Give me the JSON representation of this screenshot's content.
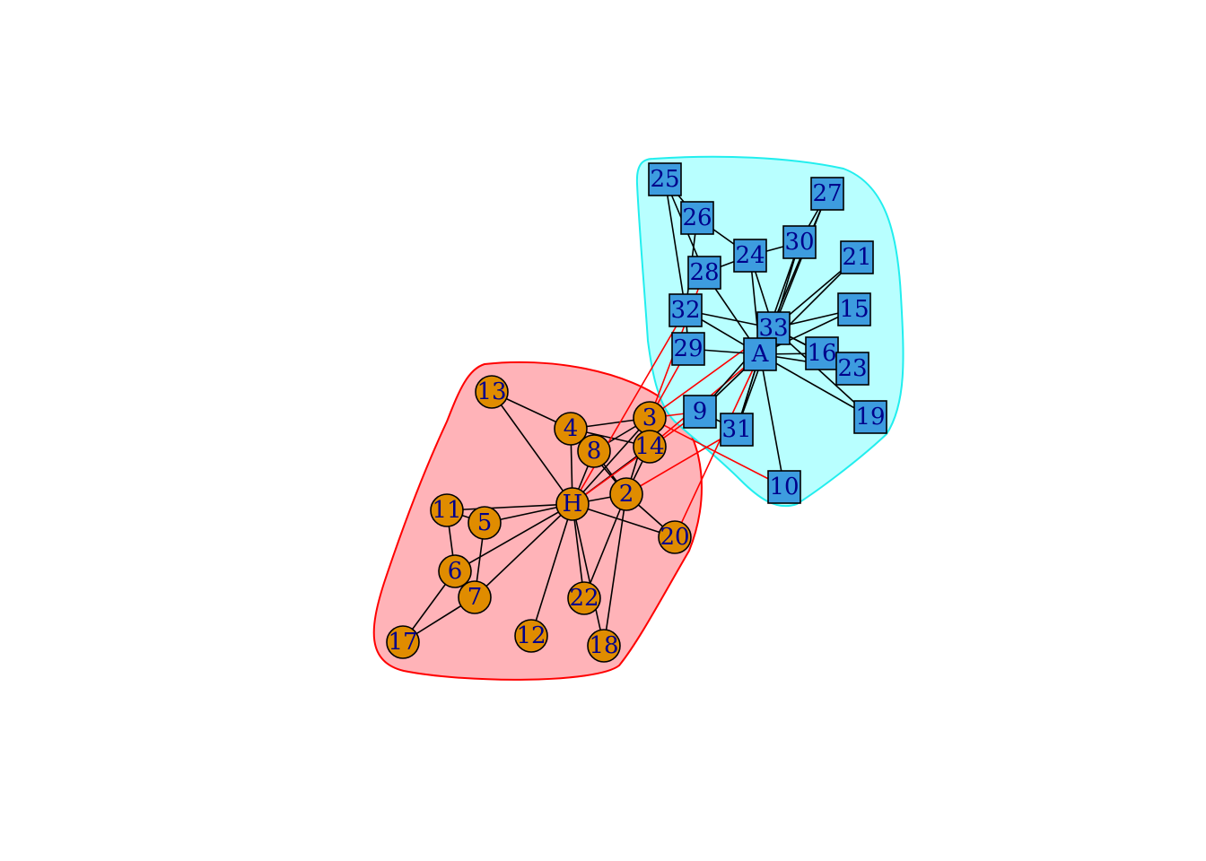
{
  "colors": {
    "background": "#ffffff",
    "community_a_fill": "#ffb3b8",
    "community_a_border": "#ff0000",
    "community_b_fill": "#b8ffff",
    "community_b_border": "#22eeee",
    "circle_node_fill": "#e08c00",
    "square_node_fill": "#3d9cdf",
    "node_border": "#000000",
    "label_color": "#00008b",
    "intra_edge": "#000000",
    "inter_edge": "#ff0000"
  },
  "communities": [
    {
      "id": "orange",
      "node_shape": "circle",
      "members": [
        "H",
        "2",
        "3",
        "4",
        "5",
        "6",
        "7",
        "8",
        "11",
        "12",
        "13",
        "14",
        "17",
        "18",
        "20",
        "22"
      ]
    },
    {
      "id": "blue",
      "node_shape": "square",
      "members": [
        "A",
        "9",
        "10",
        "15",
        "16",
        "19",
        "21",
        "23",
        "24",
        "25",
        "26",
        "27",
        "28",
        "29",
        "30",
        "31",
        "32",
        "33"
      ]
    }
  ],
  "nodes": [
    {
      "id": "13",
      "label": "13"
    },
    {
      "id": "4",
      "label": "4"
    },
    {
      "id": "3",
      "label": "3"
    },
    {
      "id": "8",
      "label": "8"
    },
    {
      "id": "14",
      "label": "14"
    },
    {
      "id": "H",
      "label": "H"
    },
    {
      "id": "2",
      "label": "2"
    },
    {
      "id": "11",
      "label": "11"
    },
    {
      "id": "5",
      "label": "5"
    },
    {
      "id": "20",
      "label": "20"
    },
    {
      "id": "6",
      "label": "6"
    },
    {
      "id": "7",
      "label": "7"
    },
    {
      "id": "22",
      "label": "22"
    },
    {
      "id": "17",
      "label": "17"
    },
    {
      "id": "12",
      "label": "12"
    },
    {
      "id": "18",
      "label": "18"
    },
    {
      "id": "25",
      "label": "25"
    },
    {
      "id": "27",
      "label": "27"
    },
    {
      "id": "26",
      "label": "26"
    },
    {
      "id": "30",
      "label": "30"
    },
    {
      "id": "24",
      "label": "24"
    },
    {
      "id": "21",
      "label": "21"
    },
    {
      "id": "28",
      "label": "28"
    },
    {
      "id": "15",
      "label": "15"
    },
    {
      "id": "32",
      "label": "32"
    },
    {
      "id": "33",
      "label": "33"
    },
    {
      "id": "29",
      "label": "29"
    },
    {
      "id": "A",
      "label": "A"
    },
    {
      "id": "16",
      "label": "16"
    },
    {
      "id": "23",
      "label": "23"
    },
    {
      "id": "9",
      "label": "9"
    },
    {
      "id": "19",
      "label": "19"
    },
    {
      "id": "31",
      "label": "31"
    },
    {
      "id": "10",
      "label": "10"
    }
  ],
  "edges": [
    [
      "H",
      "2"
    ],
    [
      "H",
      "3"
    ],
    [
      "H",
      "4"
    ],
    [
      "H",
      "5"
    ],
    [
      "H",
      "6"
    ],
    [
      "H",
      "7"
    ],
    [
      "H",
      "8"
    ],
    [
      "H",
      "11"
    ],
    [
      "H",
      "12"
    ],
    [
      "H",
      "13"
    ],
    [
      "H",
      "14"
    ],
    [
      "H",
      "18"
    ],
    [
      "H",
      "20"
    ],
    [
      "H",
      "22"
    ],
    [
      "2",
      "3"
    ],
    [
      "2",
      "4"
    ],
    [
      "2",
      "8"
    ],
    [
      "2",
      "14"
    ],
    [
      "2",
      "18"
    ],
    [
      "2",
      "22"
    ],
    [
      "3",
      "4"
    ],
    [
      "3",
      "8"
    ],
    [
      "3",
      "14"
    ],
    [
      "4",
      "8"
    ],
    [
      "4",
      "13"
    ],
    [
      "4",
      "14"
    ],
    [
      "5",
      "7"
    ],
    [
      "5",
      "11"
    ],
    [
      "6",
      "7"
    ],
    [
      "6",
      "11"
    ],
    [
      "6",
      "17"
    ],
    [
      "7",
      "17"
    ],
    [
      "H",
      "9"
    ],
    [
      "H",
      "32"
    ],
    [
      "2",
      "31"
    ],
    [
      "2",
      "20"
    ],
    [
      "3",
      "9"
    ],
    [
      "3",
      "10"
    ],
    [
      "3",
      "28"
    ],
    [
      "3",
      "29"
    ],
    [
      "3",
      "33"
    ],
    [
      "14",
      "A"
    ],
    [
      "20",
      "A"
    ],
    [
      "9",
      "31"
    ],
    [
      "9",
      "A"
    ],
    [
      "31",
      "33"
    ],
    [
      "31",
      "A"
    ],
    [
      "9",
      "33"
    ],
    [
      "A",
      "10"
    ],
    [
      "A",
      "15"
    ],
    [
      "A",
      "16"
    ],
    [
      "A",
      "19"
    ],
    [
      "A",
      "21"
    ],
    [
      "A",
      "23"
    ],
    [
      "A",
      "24"
    ],
    [
      "A",
      "27"
    ],
    [
      "A",
      "28"
    ],
    [
      "A",
      "29"
    ],
    [
      "A",
      "30"
    ],
    [
      "A",
      "31"
    ],
    [
      "A",
      "32"
    ],
    [
      "A",
      "33"
    ],
    [
      "33",
      "15"
    ],
    [
      "33",
      "16"
    ],
    [
      "33",
      "19"
    ],
    [
      "33",
      "21"
    ],
    [
      "33",
      "23"
    ],
    [
      "33",
      "24"
    ],
    [
      "33",
      "30"
    ],
    [
      "33",
      "32"
    ],
    [
      "33",
      "27"
    ],
    [
      "24",
      "26"
    ],
    [
      "24",
      "28"
    ],
    [
      "24",
      "30"
    ],
    [
      "25",
      "26"
    ],
    [
      "25",
      "28"
    ],
    [
      "25",
      "32"
    ],
    [
      "26",
      "32"
    ],
    [
      "27",
      "30"
    ],
    [
      "29",
      "32"
    ]
  ]
}
